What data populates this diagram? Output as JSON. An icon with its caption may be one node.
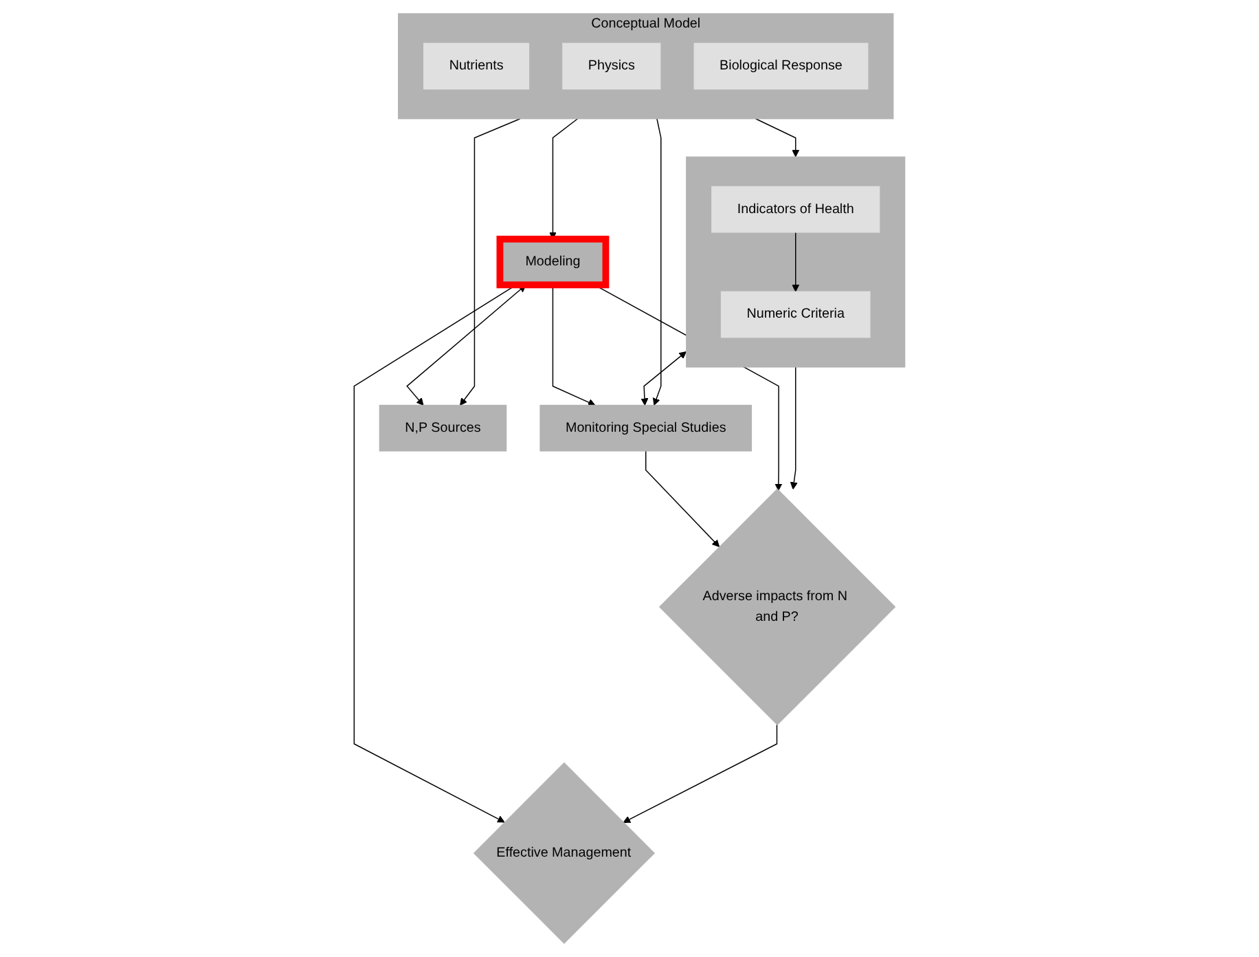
{
  "diagram": {
    "nodes": [
      {
        "text": [],
        "shape": "box"
      },
      {
        "text": [
          "Indicators of Health"
        ],
        "in": 0
      },
      {
        "text": [
          "Numeric Criteria"
        ],
        "in": 0
      },
      {
        "text": [
          "Monitoring Special Studies"
        ]
      },
      {
        "text": [
          "Conceptual Model"
        ]
      },
      {
        "text": [
          "Nutrients"
        ],
        "in": 4
      },
      {
        "text": [
          "Physics"
        ],
        "in": 4
      },
      {
        "text": [
          "Biological Response"
        ],
        "in": 4
      },
      {
        "text": [
          "Modeling"
        ]
      },
      {
        "text": [
          "N,P Sources"
        ]
      },
      {
        "text": [
          "Adverse impacts from N and P?"
        ]
      },
      {
        "text": [
          "Effective Management"
        ]
      }
    ],
    "edges": [
      {
        "from": 4,
        "to": 0,
        "arrow": "to"
      },
      {
        "from": 1,
        "to": 2,
        "arrow": "to"
      },
      {
        "from": 0,
        "to": 3,
        "arrow": "both"
      },
      {
        "from": 8,
        "to": 3,
        "arrow": "to"
      },
      {
        "from": 8,
        "to": 9,
        "arrow": "both"
      },
      {
        "from": 4,
        "to": 8,
        "arrow": "to"
      },
      {
        "from": 4,
        "to": 3,
        "arrow": "to"
      },
      {
        "from": 4,
        "to": 9,
        "arrow": "to"
      },
      {
        "from": 0,
        "to": 10,
        "arrow": "to"
      },
      {
        "from": 3,
        "to": 10,
        "arrow": "to"
      },
      {
        "from": 8,
        "to": 10,
        "arrow": "to"
      },
      {
        "from": 8,
        "to": 11,
        "arrow": "to"
      },
      {
        "from": 10,
        "to": 11,
        "arrow": "to"
      }
    ]
  }
}
